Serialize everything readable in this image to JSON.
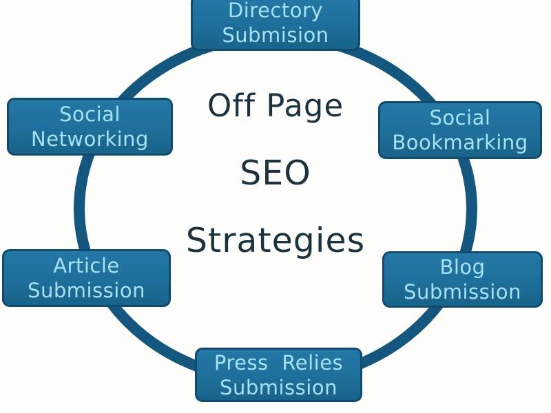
{
  "colors": {
    "bg": "#fdfdfb",
    "ring": "#15567e",
    "node-fill": "#1e6f9b",
    "node-fill-top": "#2478a6",
    "node-border": "#12496f",
    "node-text": "#a5e2f4",
    "title-text": "#1c333d"
  },
  "title": {
    "lines": [
      "Off Page",
      "SEO",
      "Strategies"
    ]
  },
  "nodes": [
    {
      "name": "directory-submission",
      "lines": [
        "Directory",
        "Submision"
      ]
    },
    {
      "name": "social-networking",
      "lines": [
        "Social",
        "Networking"
      ]
    },
    {
      "name": "social-bookmarking",
      "lines": [
        "Social",
        "Bookmarking"
      ]
    },
    {
      "name": "article-submission",
      "lines": [
        "Article",
        "Submission"
      ]
    },
    {
      "name": "blog-submission",
      "lines": [
        "Blog",
        "Submission"
      ]
    },
    {
      "name": "press-relies-submission",
      "lines": [
        "Press Relies",
        "Submission"
      ]
    }
  ]
}
